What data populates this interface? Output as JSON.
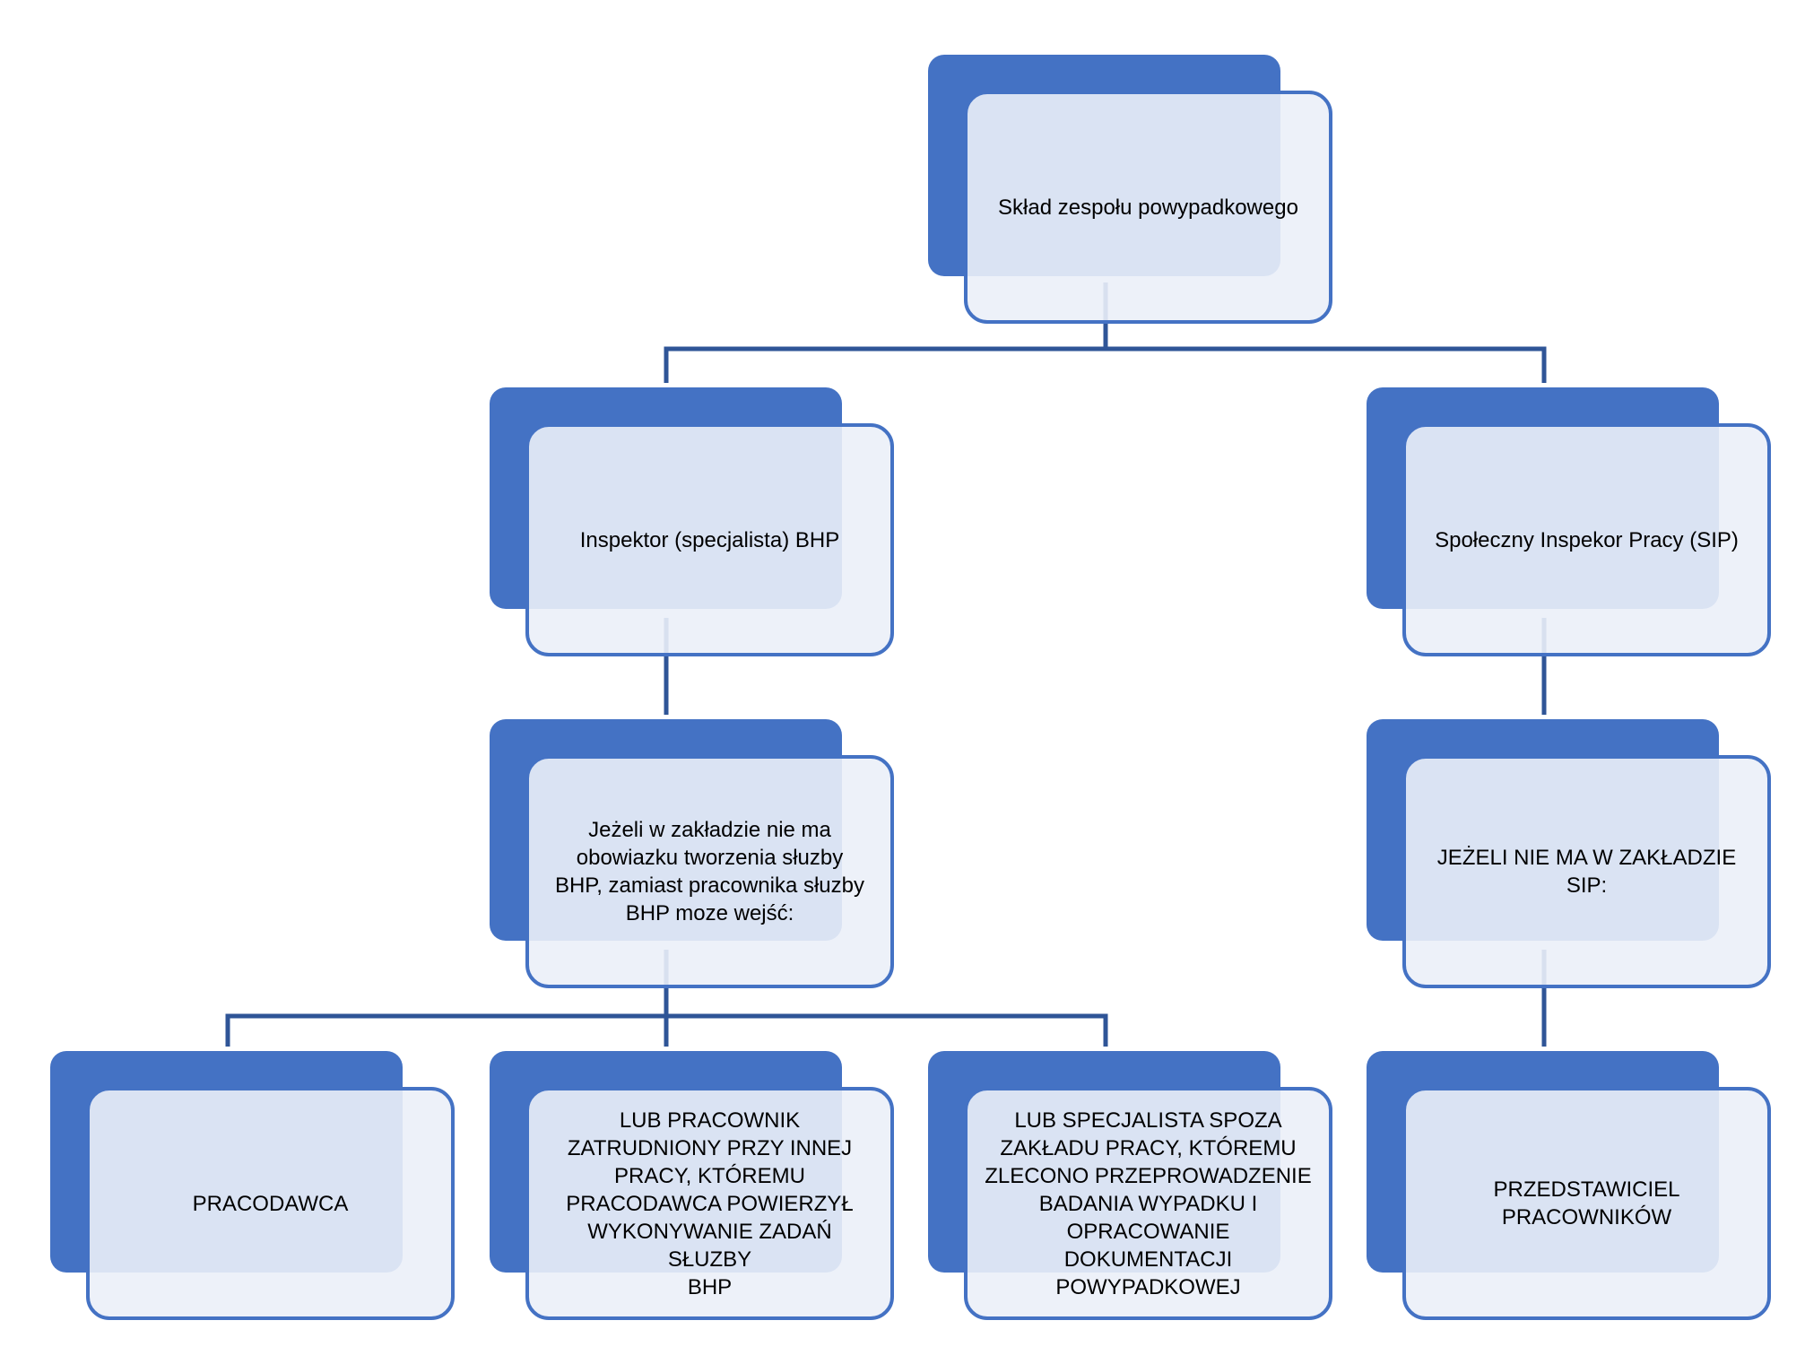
{
  "diagram": {
    "colors": {
      "accent": "#4472c4",
      "connector": "#2f5597",
      "box_fill": "#ebf0f8",
      "text": "#000000"
    },
    "nodes": [
      {
        "id": "root",
        "text": "Skład zespołu powypadkowego"
      },
      {
        "id": "bhp",
        "text": "Inspektor (specjalista) BHP"
      },
      {
        "id": "sip",
        "text": "Społeczny Inspekor Pracy (SIP)"
      },
      {
        "id": "bhp-alt",
        "text": "Jeżeli w zakładzie nie ma\nobowiazku tworzenia słuzby\nBHP, zamiast pracownika słuzby\nBHP moze wejść:"
      },
      {
        "id": "no-sip",
        "text": "JEŻELI NIE MA W ZAKŁADZIE SIP:"
      },
      {
        "id": "employer",
        "text": "PRACODAWCA"
      },
      {
        "id": "employee",
        "text": "LUB PRACOWNIK\nZATRUDNIONY PRZY INNEJ\nPRACY, KTÓREMU\nPRACODAWCA POWIERZYŁ\nWYKONYWANIE ZADAŃ SŁUZBY\nBHP"
      },
      {
        "id": "specialist",
        "text": "LUB SPECJALISTA SPOZA\nZAKŁADU PRACY, KTÓREMU\nZLECONO PRZEPROWADZENIE\nBADANIA WYPADKU I\nOPRACOWANIE DOKUMENTACJI\nPOWYPADKOWEJ"
      },
      {
        "id": "worker-rep",
        "text": "PRZEDSTAWICIEL\nPRACOWNIKÓW"
      }
    ],
    "edges": [
      {
        "from": "root",
        "to": "bhp"
      },
      {
        "from": "root",
        "to": "sip"
      },
      {
        "from": "bhp",
        "to": "bhp-alt"
      },
      {
        "from": "sip",
        "to": "no-sip"
      },
      {
        "from": "bhp-alt",
        "to": "employer"
      },
      {
        "from": "bhp-alt",
        "to": "employee"
      },
      {
        "from": "bhp-alt",
        "to": "specialist"
      },
      {
        "from": "no-sip",
        "to": "worker-rep"
      }
    ]
  }
}
